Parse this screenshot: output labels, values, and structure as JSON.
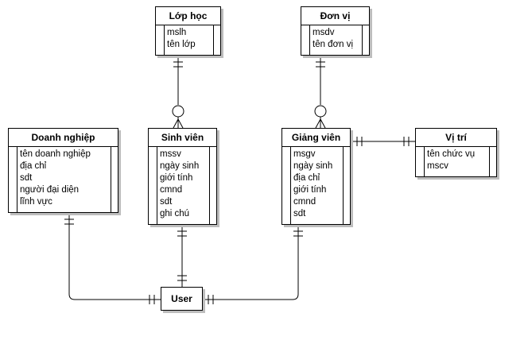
{
  "entities": {
    "lop_hoc": {
      "title": "Lớp học",
      "fields": [
        "mslh",
        "tên lớp"
      ]
    },
    "don_vi": {
      "title": "Đơn vị",
      "fields": [
        "msdv",
        "tên đơn vị"
      ]
    },
    "doanh_nghiep": {
      "title": "Doanh nghiệp",
      "fields": [
        "tên doanh nghiệp",
        "địa chỉ",
        "sdt",
        "người đại diện",
        "lĩnh vực"
      ]
    },
    "sinh_vien": {
      "title": "Sinh viên",
      "fields": [
        "mssv",
        "ngày sinh",
        "giới tính",
        "cmnd",
        "sdt",
        "ghi chú"
      ]
    },
    "giang_vien": {
      "title": "Giảng viên",
      "fields": [
        "msgv",
        "ngày sinh",
        "địa chỉ",
        "giới tính",
        "cmnd",
        "sdt"
      ]
    },
    "vi_tri": {
      "title": "Vị trí",
      "fields": [
        "tên chức vụ",
        "mscv"
      ]
    },
    "user": {
      "title": "User"
    }
  },
  "relationships": [
    {
      "from": "lop_hoc",
      "to": "sinh_vien",
      "from_end": "one",
      "to_end": "zero-or-many"
    },
    {
      "from": "don_vi",
      "to": "giang_vien",
      "from_end": "one",
      "to_end": "zero-or-many"
    },
    {
      "from": "giang_vien",
      "to": "vi_tri",
      "from_end": "one",
      "to_end": "one"
    },
    {
      "from": "doanh_nghiep",
      "to": "user",
      "from_end": "one",
      "to_end": "one"
    },
    {
      "from": "sinh_vien",
      "to": "user",
      "from_end": "one",
      "to_end": "one"
    },
    {
      "from": "giang_vien",
      "to": "user",
      "from_end": "one",
      "to_end": "one"
    }
  ]
}
